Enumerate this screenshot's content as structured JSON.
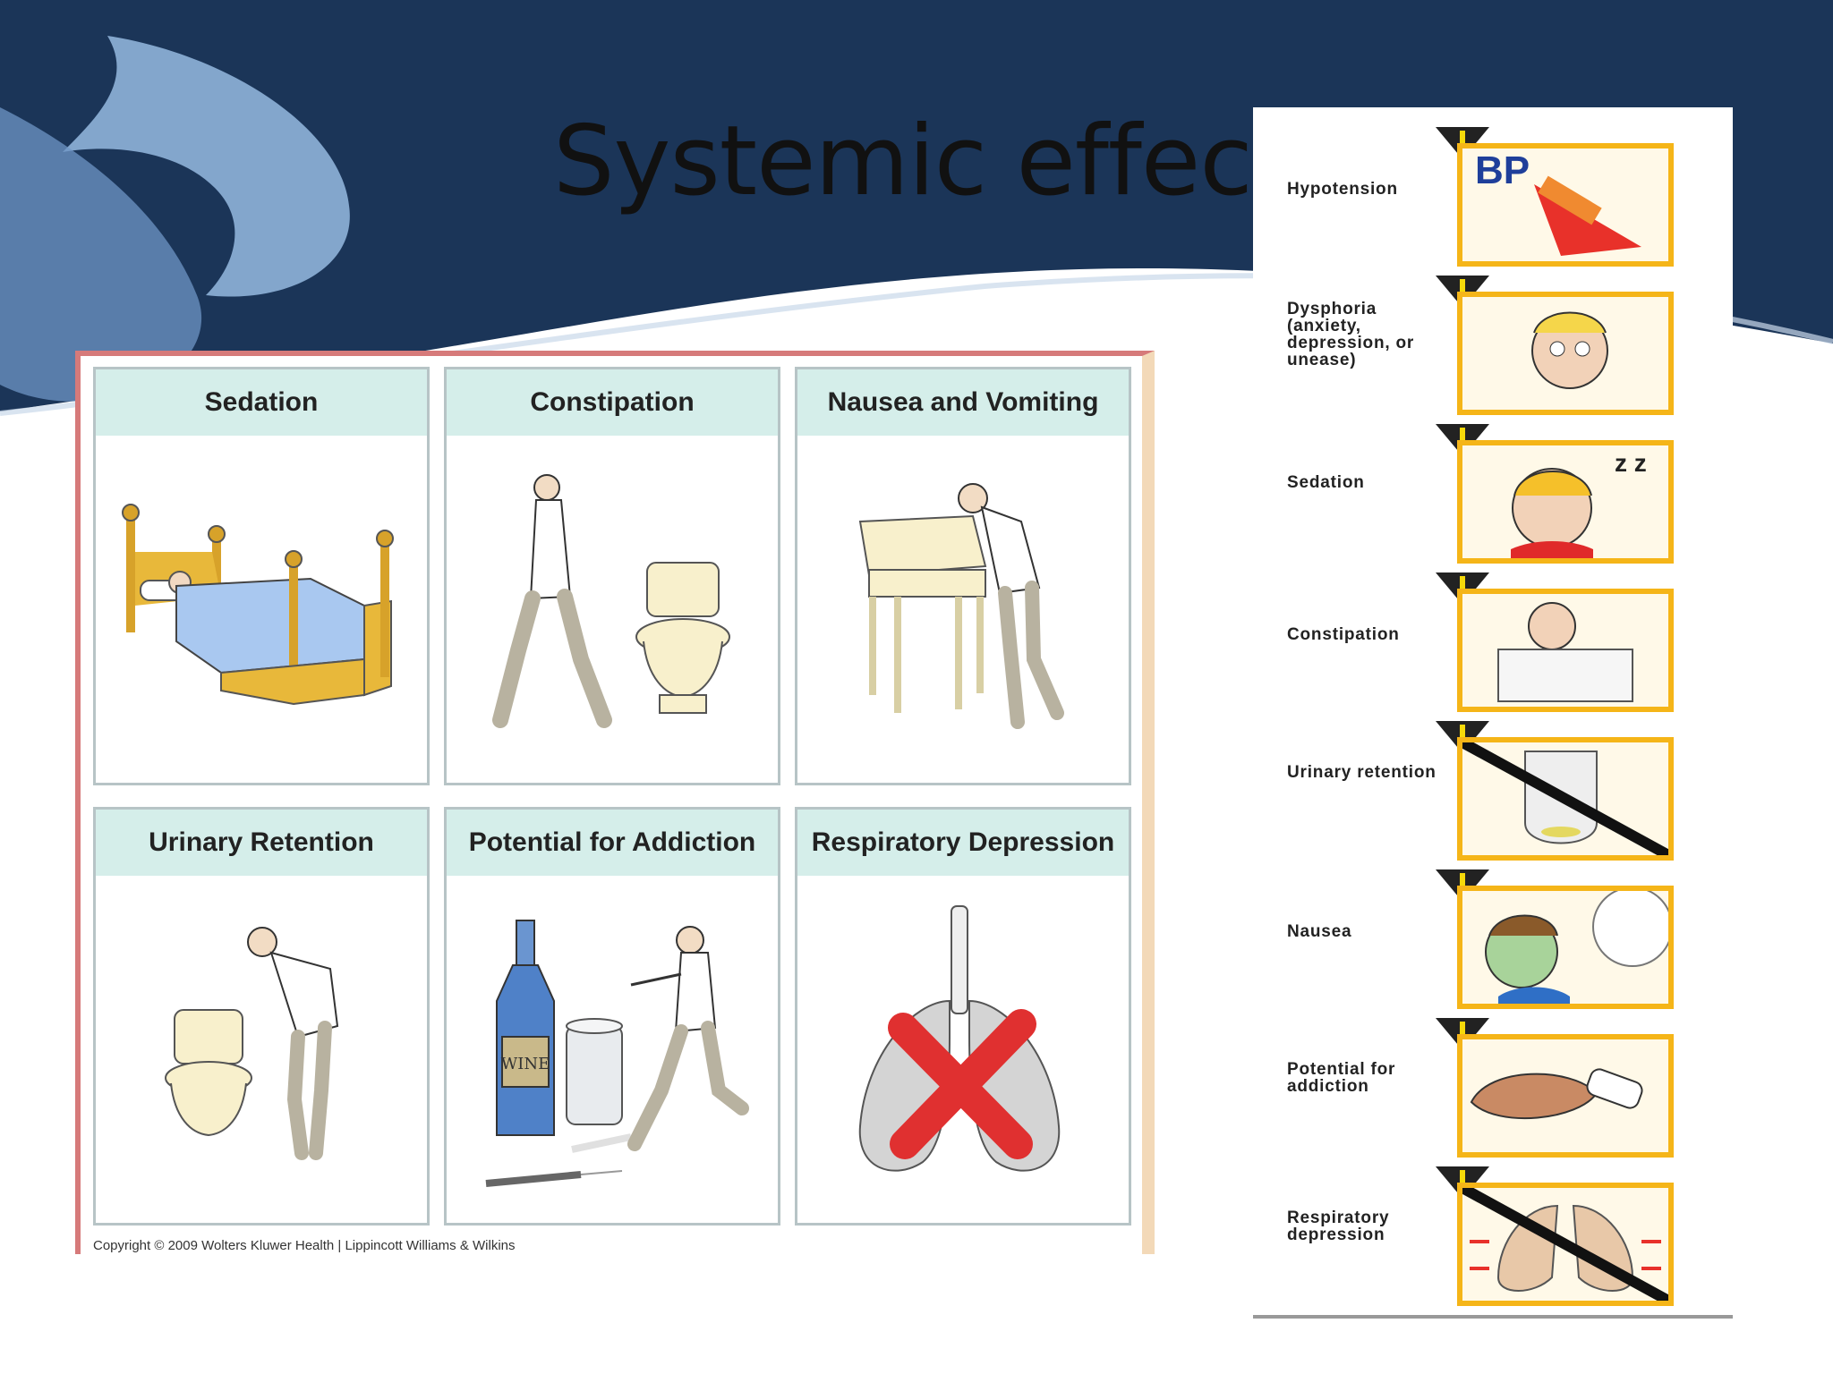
{
  "slide": {
    "title": "Systemic effects",
    "colors": {
      "banner": "#1b3558",
      "wave": "#ffffff",
      "swirl": "#8fb2d9"
    }
  },
  "left_figure": {
    "panels": [
      {
        "label": "Sedation",
        "icon": "bed-icon"
      },
      {
        "label": "Constipation",
        "icon": "person-toilet-icon"
      },
      {
        "label": "Nausea and Vomiting",
        "icon": "sink-vomiting-icon"
      },
      {
        "label": "Urinary Retention",
        "icon": "person-urinating-icon"
      },
      {
        "label": "Potential for Addiction",
        "icon": "wine-bottle-syringe-icon"
      },
      {
        "label": "Respiratory Depression",
        "icon": "lungs-cross-icon"
      }
    ],
    "copyright": "Copyright © 2009 Wolters Kluwer Health | Lippincott Williams & Wilkins",
    "colors": {
      "header": "#d5eeea",
      "border": "#b7c4c6",
      "cross": "#e03030"
    }
  },
  "right_figure": {
    "effects": [
      {
        "label": "Hypotension",
        "icon": "bp-down-arrow-icon"
      },
      {
        "label": "Dysphoria (anxiety, depression, or unease)",
        "icon": "anxious-face-icon"
      },
      {
        "label": "Sedation",
        "icon": "sleeping-face-icon"
      },
      {
        "label": "Constipation",
        "icon": "person-on-toilet-icon"
      },
      {
        "label": "Urinary retention",
        "icon": "urinal-crossed-icon"
      },
      {
        "label": "Nausea",
        "icon": "nauseous-face-icon"
      },
      {
        "label": "Potential for addiction",
        "icon": "hand-pills-icon"
      },
      {
        "label": "Respiratory depression",
        "icon": "lungs-crossed-icon"
      }
    ],
    "icon_texts": {
      "bp": "BP",
      "zzz": "z z",
      "wine": "WINE"
    },
    "colors": {
      "frame": "#f5b518",
      "warning": "#222222",
      "accent": "#e8312a"
    }
  }
}
